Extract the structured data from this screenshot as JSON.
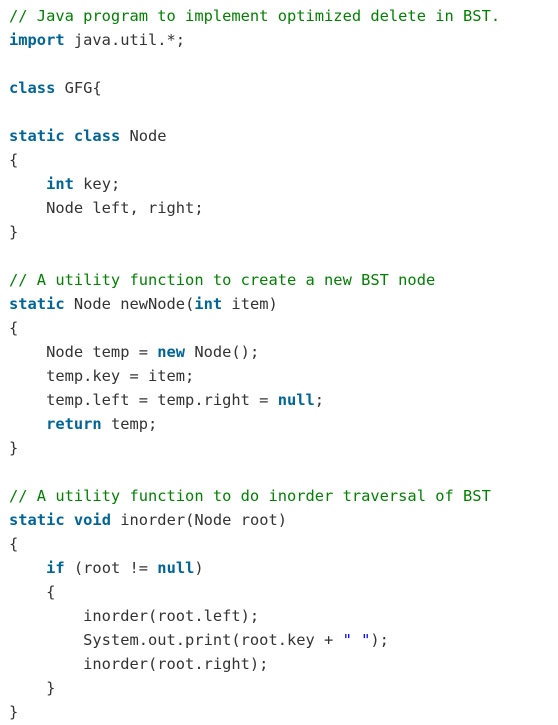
{
  "colors": {
    "keyword": "#006699",
    "comment": "#008200",
    "string": "#0000ff",
    "plain": "#333333",
    "background": "#ffffff"
  },
  "code_lines": [
    [
      {
        "t": "// Java program to implement optimized delete in BST.",
        "c": "cm"
      }
    ],
    [
      {
        "t": "import",
        "c": "kw"
      },
      {
        "t": " java.util.*;",
        "c": "pl"
      }
    ],
    [],
    [
      {
        "t": "class",
        "c": "kw"
      },
      {
        "t": " GFG{",
        "c": "pl"
      }
    ],
    [],
    [
      {
        "t": "static",
        "c": "kw"
      },
      {
        "t": " ",
        "c": "pl"
      },
      {
        "t": "class",
        "c": "kw"
      },
      {
        "t": " Node",
        "c": "pl"
      }
    ],
    [
      {
        "t": "{",
        "c": "pl"
      }
    ],
    [
      {
        "t": "    ",
        "c": "pl"
      },
      {
        "t": "int",
        "c": "kw"
      },
      {
        "t": " key;",
        "c": "pl"
      }
    ],
    [
      {
        "t": "    Node left, right;",
        "c": "pl"
      }
    ],
    [
      {
        "t": "}",
        "c": "pl"
      }
    ],
    [],
    [
      {
        "t": "// A utility function to create a new BST node",
        "c": "cm"
      }
    ],
    [
      {
        "t": "static",
        "c": "kw"
      },
      {
        "t": " Node newNode(",
        "c": "pl"
      },
      {
        "t": "int",
        "c": "kw"
      },
      {
        "t": " item)",
        "c": "pl"
      }
    ],
    [
      {
        "t": "{",
        "c": "pl"
      }
    ],
    [
      {
        "t": "    Node temp = ",
        "c": "pl"
      },
      {
        "t": "new",
        "c": "kw"
      },
      {
        "t": " Node();",
        "c": "pl"
      }
    ],
    [
      {
        "t": "    temp.key = item;",
        "c": "pl"
      }
    ],
    [
      {
        "t": "    temp.left = temp.right = ",
        "c": "pl"
      },
      {
        "t": "null",
        "c": "kw"
      },
      {
        "t": ";",
        "c": "pl"
      }
    ],
    [
      {
        "t": "    ",
        "c": "pl"
      },
      {
        "t": "return",
        "c": "kw"
      },
      {
        "t": " temp;",
        "c": "pl"
      }
    ],
    [
      {
        "t": "}",
        "c": "pl"
      }
    ],
    [],
    [
      {
        "t": "// A utility function to do inorder traversal of BST",
        "c": "cm"
      }
    ],
    [
      {
        "t": "static",
        "c": "kw"
      },
      {
        "t": " ",
        "c": "pl"
      },
      {
        "t": "void",
        "c": "kw"
      },
      {
        "t": " inorder(Node root)",
        "c": "pl"
      }
    ],
    [
      {
        "t": "{",
        "c": "pl"
      }
    ],
    [
      {
        "t": "    ",
        "c": "pl"
      },
      {
        "t": "if",
        "c": "kw"
      },
      {
        "t": " (root != ",
        "c": "pl"
      },
      {
        "t": "null",
        "c": "kw"
      },
      {
        "t": ")",
        "c": "pl"
      }
    ],
    [
      {
        "t": "    {",
        "c": "pl"
      }
    ],
    [
      {
        "t": "        inorder(root.left);",
        "c": "pl"
      }
    ],
    [
      {
        "t": "        System.out.print(root.key + ",
        "c": "pl"
      },
      {
        "t": "\" \"",
        "c": "st"
      },
      {
        "t": ");",
        "c": "pl"
      }
    ],
    [
      {
        "t": "        inorder(root.right);",
        "c": "pl"
      }
    ],
    [
      {
        "t": "    }",
        "c": "pl"
      }
    ],
    [
      {
        "t": "}",
        "c": "pl"
      }
    ]
  ]
}
